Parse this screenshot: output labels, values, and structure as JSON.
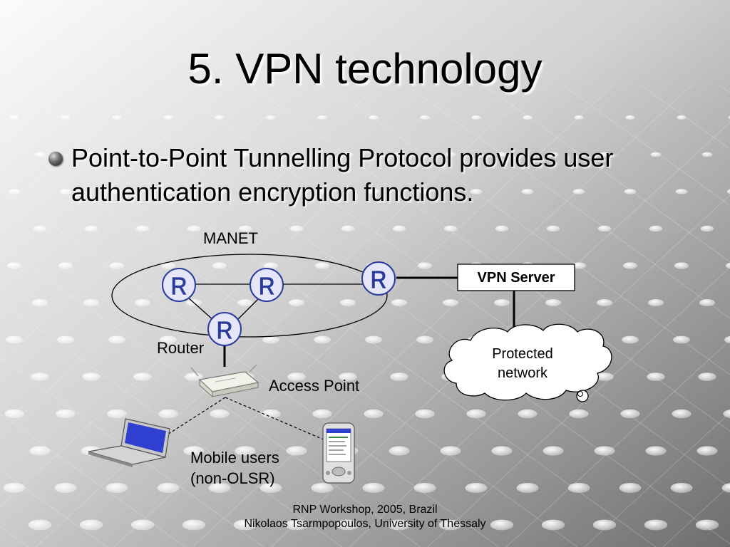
{
  "slide": {
    "title": "5. VPN technology",
    "bullet": "Point-to-Point Tunnelling Protocol provides user authentication encryption functions."
  },
  "diagram": {
    "manet_label": "MANET",
    "router_glyph": "R",
    "router_label": "Router",
    "vpn_server_label": "VPN Server",
    "cloud_line1": "Protected",
    "cloud_line2": "network",
    "access_point_label": "Access Point",
    "mobile_users_line1": "Mobile users",
    "mobile_users_line2": "(non-OLSR)"
  },
  "footer": {
    "line1": "RNP Workshop, 2005, Brazil",
    "line2": "Nikolaos Tsarmpopoulos, University of Thessaly"
  },
  "colors": {
    "background_light": "#f4f4f4",
    "background_dark": "#6e6e6e",
    "router_fill": "#e6e6fa",
    "router_glyph": "#2a3c9c",
    "laptop_screen": "#2f3fd0"
  }
}
